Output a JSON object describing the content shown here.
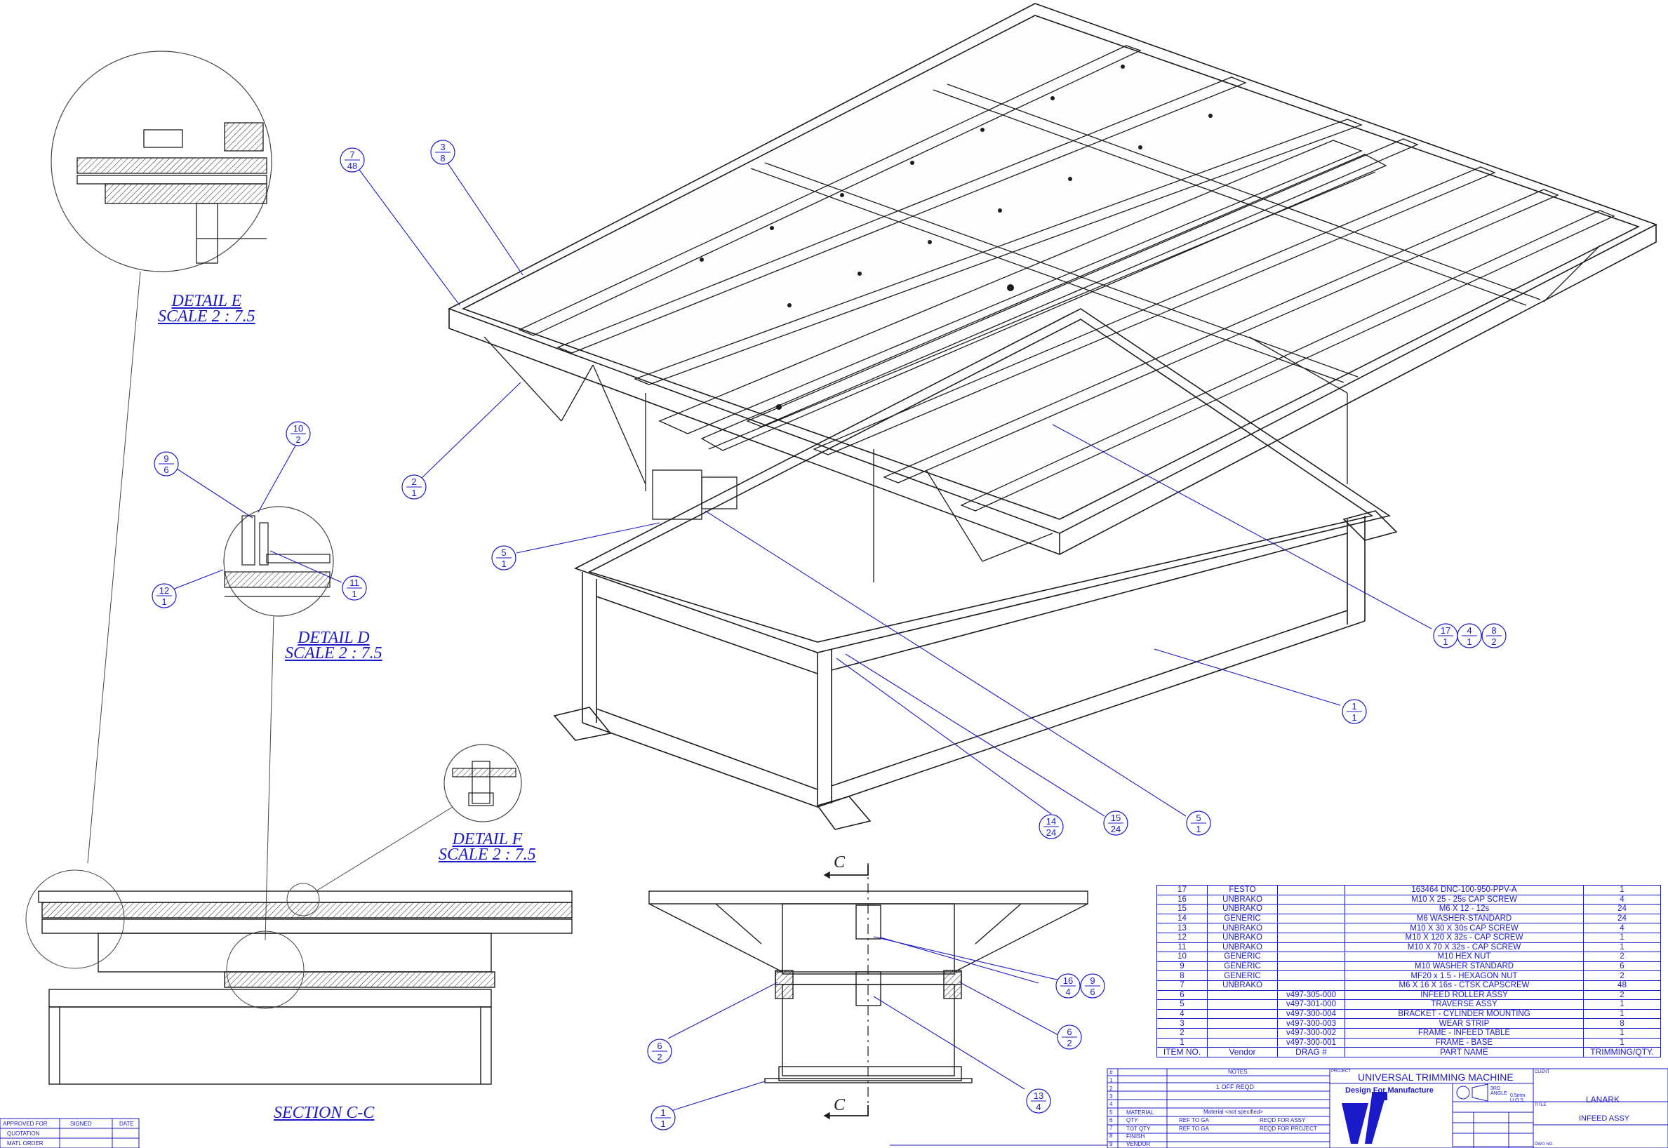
{
  "detail_labels": {
    "detail_e": [
      "DETAIL E",
      "SCALE 2 : 7.5"
    ],
    "detail_d": [
      "DETAIL D",
      "SCALE 2 : 7.5"
    ],
    "detail_f": [
      "DETAIL F",
      "SCALE 2 : 7.5"
    ],
    "section": "SECTION C-C"
  },
  "section_marks": {
    "top": "C",
    "bottom": "C"
  },
  "balloons": [
    {
      "top": "7",
      "bottom": "48"
    },
    {
      "top": "3",
      "bottom": "8"
    },
    {
      "top": "2",
      "bottom": "1"
    },
    {
      "top": "10",
      "bottom": "2"
    },
    {
      "top": "9",
      "bottom": "6"
    },
    {
      "top": "12",
      "bottom": "1"
    },
    {
      "top": "11",
      "bottom": "1"
    },
    {
      "top": "5",
      "bottom": "1"
    },
    {
      "top": "17",
      "bottom": "1"
    },
    {
      "top": "4",
      "bottom": "1"
    },
    {
      "top": "8",
      "bottom": "2"
    },
    {
      "top": "1",
      "bottom": "1"
    },
    {
      "top": "14",
      "bottom": "24"
    },
    {
      "top": "15",
      "bottom": "24"
    },
    {
      "top": "5",
      "bottom": "1"
    },
    {
      "top": "16",
      "bottom": "4"
    },
    {
      "top": "9",
      "bottom": "6"
    },
    {
      "top": "6",
      "bottom": "2"
    },
    {
      "top": "6",
      "bottom": "2"
    },
    {
      "top": "13",
      "bottom": "4"
    },
    {
      "top": "1",
      "bottom": "1"
    }
  ],
  "bom": {
    "rows": [
      [
        "17",
        "FESTO",
        "",
        "163464 DNC-100-950-PPV-A",
        "1"
      ],
      [
        "16",
        "UNBRAKO",
        "",
        "M10 X 25 - 25s CAP SCREW",
        "4"
      ],
      [
        "15",
        "UNBRAKO",
        "",
        "M6 X 12 - 12s",
        "24"
      ],
      [
        "14",
        "GENERIC",
        "",
        "M6 WASHER-STANDARD",
        "24"
      ],
      [
        "13",
        "UNBRAKO",
        "",
        "M10 X 30 X 30s CAP SCREW",
        "4"
      ],
      [
        "12",
        "UNBRAKO",
        "",
        "M10 X 120 X 32s - CAP SCREW",
        "1"
      ],
      [
        "11",
        "UNBRAKO",
        "",
        "M10 X 70 X 32s - CAP SCREW",
        "1"
      ],
      [
        "10",
        "GENERIC",
        "",
        "M10 HEX NUT",
        "2"
      ],
      [
        "9",
        "GENERIC",
        "",
        "M10 WASHER STANDARD",
        "6"
      ],
      [
        "8",
        "GENERIC",
        "",
        "MF20 x 1.5 - HEXAGON NUT",
        "2"
      ],
      [
        "7",
        "UNBRAKO",
        "",
        "M6 X 16 X 16s - CTSK CAPSCREW",
        "48"
      ],
      [
        "6",
        "",
        "v497-305-000",
        "INFEED ROLLER ASSY",
        "2"
      ],
      [
        "5",
        "",
        "v497-301-000",
        "TRAVERSE ASSY",
        "1"
      ],
      [
        "4",
        "",
        "v497-300-004",
        "BRACKET - CYLINDER MOUNTING",
        "1"
      ],
      [
        "3",
        "",
        "v497-300-003",
        "WEAR STRIP",
        "8"
      ],
      [
        "2",
        "",
        "v497-300-002",
        "FRAME - INFEED TABLE",
        "1"
      ],
      [
        "1",
        "",
        "v497-300-001",
        "FRAME - BASE",
        "1"
      ]
    ],
    "header": [
      "ITEM NO.",
      "Vendor",
      "DRAG #",
      "PART NAME",
      "TRIMMING/QTY."
    ]
  },
  "title_block": {
    "notes_header": "NOTES",
    "notes_line": "1 OFF REQD",
    "material": "Material <not specified>",
    "row_labels": [
      "MATERIAL",
      "QTY",
      "TOT QTY",
      "FINISH",
      "VENDOR"
    ],
    "row_nums": [
      "#",
      "1",
      "2",
      "3",
      "4",
      "5",
      "6",
      "7",
      "8",
      "9"
    ],
    "qty_ref": "REF TO GA",
    "qty_reqd": "REQD FOR ASSY",
    "tot_ref": "REF TO GA",
    "tot_reqd": "REQD FOR PROJECT",
    "project_label": "PROJECT",
    "project": "UNIVERSAL TRIMMING MACHINE",
    "design_for": "Design For Manufacture",
    "angle": "3RD ANGLE",
    "tolerance": "0.5mm U.O.S.",
    "client_label": "CLIENT",
    "client": "LANARK",
    "title_label": "TITLE",
    "title": "INFEED ASSY",
    "dwg_label": "DWG NO."
  },
  "approval_block": {
    "headers": [
      "APPROVED FOR",
      "SIGNED",
      "DATE"
    ],
    "rows": [
      "QUOTATION",
      "MATL ORDER"
    ]
  }
}
